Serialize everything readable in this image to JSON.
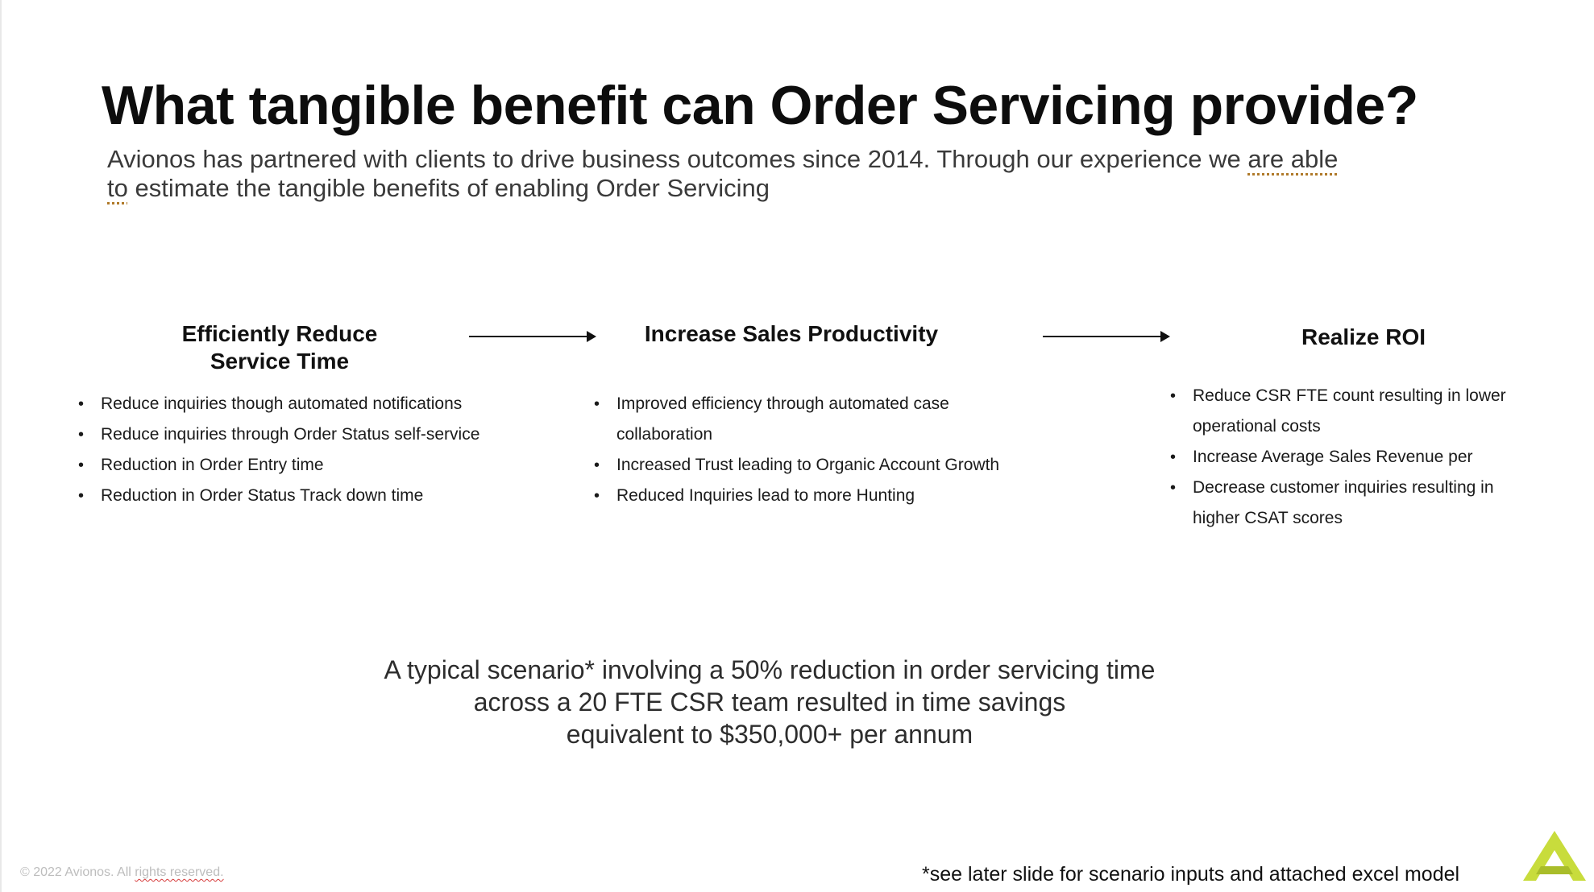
{
  "slide": {
    "title": "What tangible benefit can Order Servicing provide?",
    "subtitle_part1": "Avionos has partnered with clients to drive business outcomes since 2014. Through our experience we ",
    "subtitle_flag1": "are able",
    "subtitle_flag2": "to",
    "subtitle_part2": " estimate the tangible benefits of enabling Order Servicing"
  },
  "columns": [
    {
      "heading": "Efficiently Reduce Service Time",
      "bullets": [
        "Reduce inquiries though automated notifications",
        "Reduce inquiries through Order Status self-service",
        "Reduction in Order Entry time",
        "Reduction in Order Status Track down time"
      ]
    },
    {
      "heading": "Increase Sales Productivity",
      "bullets": [
        "Improved efficiency through automated case collaboration",
        "Increased Trust leading to Organic Account Growth",
        "Reduced Inquiries lead to more Hunting"
      ]
    },
    {
      "heading": "Realize ROI",
      "bullets": [
        "Reduce CSR FTE count resulting in lower operational costs",
        "Increase Average Sales Revenue per",
        "Decrease customer inquiries resulting in higher CSAT scores"
      ]
    }
  ],
  "scenario": {
    "line1": "A typical scenario* involving a 50% reduction in order servicing time",
    "line2": "across a 20 FTE CSR team resulted in time savings",
    "line3": "equivalent to $350,000+  per annum"
  },
  "footer": {
    "copyright_part1": "© 2022 Avionos. All ",
    "copyright_flag": "rights reserved.",
    "footnote": "*see later slide for scenario inputs and attached excel model"
  },
  "colors": {
    "logo": "#c8dc3c",
    "logo_dark": "#a9bd2a"
  },
  "icons": {
    "logo": "avionos-logo-icon",
    "arrow": "right-arrow-icon"
  }
}
